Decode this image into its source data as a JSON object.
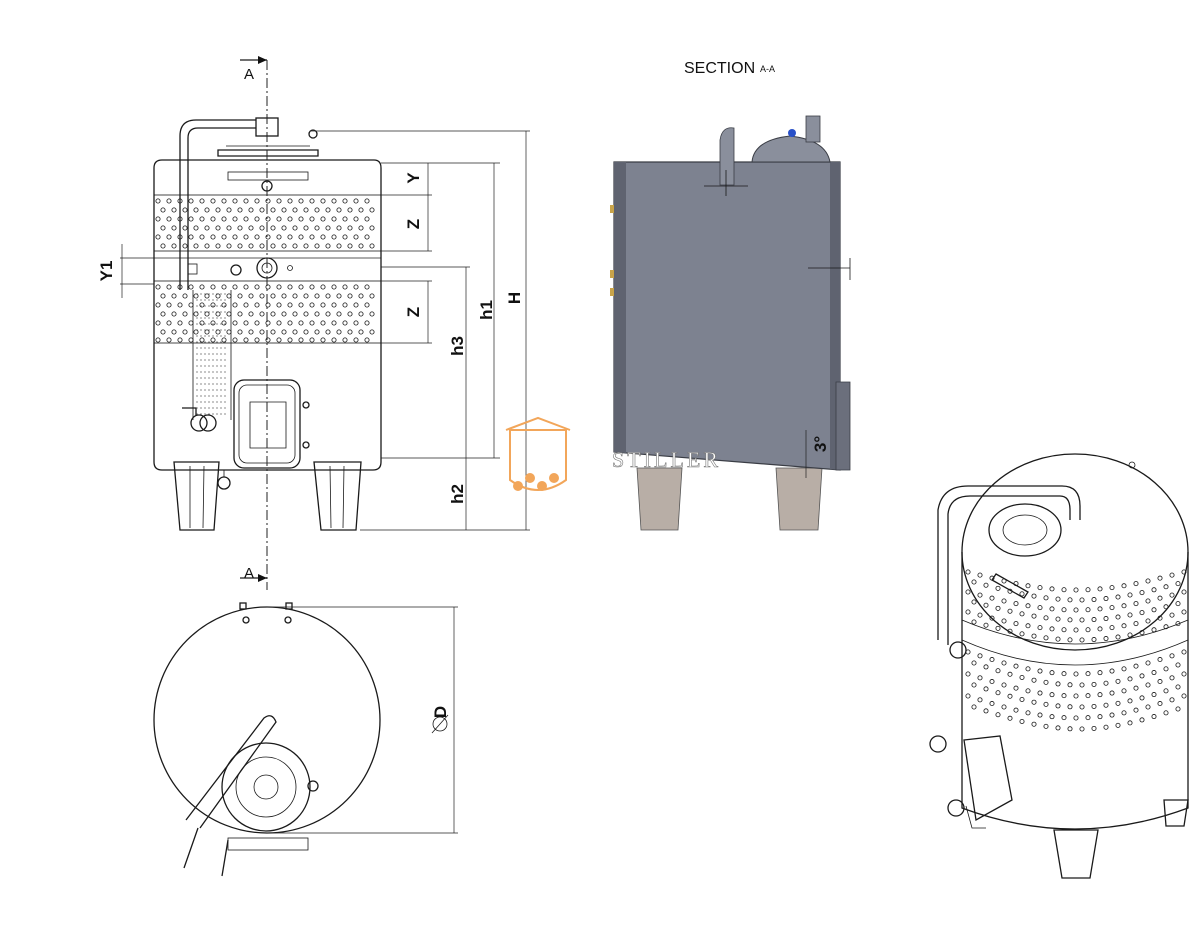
{
  "section_title": "SECTION",
  "section_suffix": "A-A",
  "cut_label_top": "A",
  "cut_label_bottom": "A",
  "dimensions": {
    "Y": "Y",
    "Z_upper": "Z",
    "Z_lower": "Z",
    "Y1": "Y1",
    "h1": "h1",
    "H": "H",
    "h3": "h3",
    "h2": "h2",
    "D": "D",
    "angle": "3°"
  },
  "watermark": "STILLER",
  "colors": {
    "line": "#1a1a1a",
    "tank_fill": "#7d8290",
    "tank_dark": "#5f6370",
    "leg_fill": "#b8aea6",
    "logo": "#f2a65a",
    "valve_blue": "#2850c8"
  }
}
